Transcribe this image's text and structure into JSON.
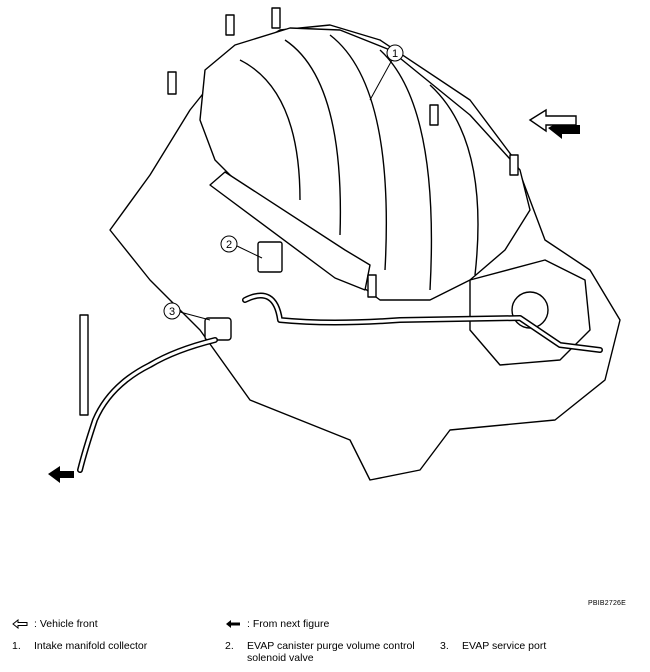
{
  "figure": {
    "code": "PBIB2726E",
    "callouts": [
      "1",
      "2",
      "3"
    ]
  },
  "legend": {
    "vehicle_front": ": Vehicle front",
    "from_next_figure": ": From next figure"
  },
  "parts": [
    {
      "num": "1.",
      "name": "Intake manifold collector"
    },
    {
      "num": "2.",
      "name": "EVAP canister purge volume control solenoid valve"
    },
    {
      "num": "3.",
      "name": "EVAP service port"
    }
  ]
}
